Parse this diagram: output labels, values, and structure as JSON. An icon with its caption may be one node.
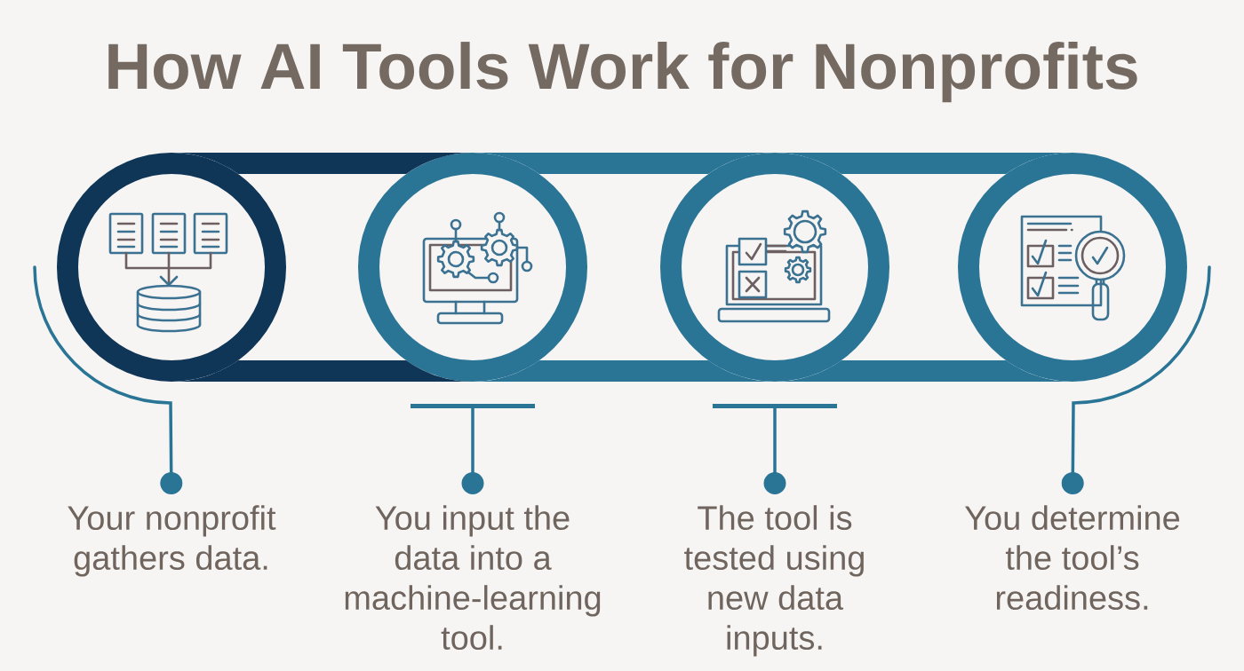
{
  "diagram": {
    "title": "How AI Tools Work for Nonprofits",
    "nodes": [
      {
        "text": [],
        "shape": "circle"
      },
      {
        "text": [],
        "shape": "circle"
      },
      {
        "text": [],
        "shape": "circle"
      },
      {
        "text": [],
        "shape": "circle"
      },
      {
        "text": [
          "Your nonprofit gathers data."
        ]
      },
      {
        "text": [
          "You input the data into a machine-learning tool."
        ]
      },
      {
        "text": [
          "The tool is tested using new data inputs."
        ]
      },
      {
        "text": [
          "You determine the tool’s readiness."
        ]
      }
    ],
    "edges": [
      {
        "from": 0,
        "to": 1,
        "arrow": "none",
        "style": "thick",
        "color": "#0f3557"
      },
      {
        "from": 1,
        "to": 2,
        "arrow": "none",
        "style": "thick"
      },
      {
        "from": 2,
        "to": 3,
        "arrow": "none",
        "style": "thick"
      },
      {
        "from": 0,
        "to": 4,
        "arrow": "other"
      },
      {
        "from": 1,
        "to": 5,
        "arrow": "other"
      },
      {
        "from": 2,
        "to": 6,
        "arrow": "other"
      },
      {
        "from": 3,
        "to": 7,
        "arrow": "other"
      }
    ]
  }
}
